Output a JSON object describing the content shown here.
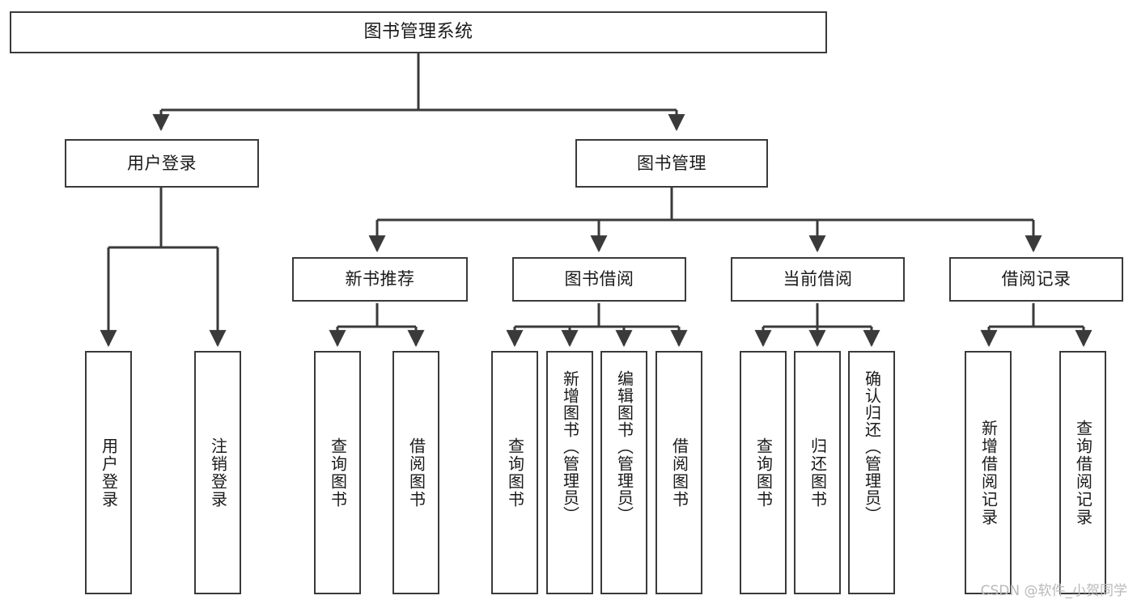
{
  "diagram": {
    "type": "tree",
    "title": "图书管理系统",
    "watermark": "CSDN @软件_小贺同学",
    "colors": {
      "box_border": "#3a3a3a",
      "box_fill": "#ffffff",
      "connector": "#3a3a3a",
      "text": "#1a1a1a",
      "watermark": "#b9b9b9"
    },
    "levels": {
      "level1": [
        "图书管理系统"
      ],
      "level2": [
        "用户登录",
        "图书管理"
      ],
      "level3": [
        "新书推荐",
        "图书借阅",
        "当前借阅",
        "借阅记录"
      ],
      "level4": [
        "用户登录",
        "注销登录",
        "查询图书",
        "借阅图书",
        "查询图书",
        "新增图书（管理员）",
        "编辑图书（管理员）",
        "借阅图书",
        "查询图书",
        "归还图书",
        "确认归还（管理员）",
        "新增借阅记录",
        "查询借阅记录"
      ]
    },
    "nodes": {
      "root": {
        "label": "图书管理系统"
      },
      "user_login": {
        "label": "用户登录"
      },
      "book_manage": {
        "label": "图书管理"
      },
      "new_book_rec": {
        "label": "新书推荐"
      },
      "book_borrow": {
        "label": "图书借阅"
      },
      "current_borrow": {
        "label": "当前借阅"
      },
      "borrow_record": {
        "label": "借阅记录"
      },
      "leaf_user_login": {
        "label": "用户登录"
      },
      "leaf_logout": {
        "label": "注销登录"
      },
      "leaf_query_book_1": {
        "label": "查询图书"
      },
      "leaf_borrow_book_1": {
        "label": "借阅图书"
      },
      "leaf_query_book_2": {
        "label": "查询图书"
      },
      "leaf_add_book": {
        "label": "新增图书（管理员）"
      },
      "leaf_edit_book": {
        "label": "编辑图书（管理员）"
      },
      "leaf_borrow_book_2": {
        "label": "借阅图书"
      },
      "leaf_query_book_3": {
        "label": "查询图书"
      },
      "leaf_return_book": {
        "label": "归还图书"
      },
      "leaf_confirm_return": {
        "label": "确认归还（管理员）"
      },
      "leaf_add_record": {
        "label": "新增借阅记录"
      },
      "leaf_query_record": {
        "label": "查询借阅记录"
      }
    },
    "edges": [
      {
        "from": "root",
        "to": "user_login"
      },
      {
        "from": "root",
        "to": "book_manage"
      },
      {
        "from": "user_login",
        "to": "leaf_user_login"
      },
      {
        "from": "user_login",
        "to": "leaf_logout"
      },
      {
        "from": "book_manage",
        "to": "new_book_rec"
      },
      {
        "from": "book_manage",
        "to": "book_borrow"
      },
      {
        "from": "book_manage",
        "to": "current_borrow"
      },
      {
        "from": "book_manage",
        "to": "borrow_record"
      },
      {
        "from": "new_book_rec",
        "to": "leaf_query_book_1"
      },
      {
        "from": "new_book_rec",
        "to": "leaf_borrow_book_1"
      },
      {
        "from": "book_borrow",
        "to": "leaf_query_book_2"
      },
      {
        "from": "book_borrow",
        "to": "leaf_add_book"
      },
      {
        "from": "book_borrow",
        "to": "leaf_edit_book"
      },
      {
        "from": "book_borrow",
        "to": "leaf_borrow_book_2"
      },
      {
        "from": "current_borrow",
        "to": "leaf_query_book_3"
      },
      {
        "from": "current_borrow",
        "to": "leaf_return_book"
      },
      {
        "from": "current_borrow",
        "to": "leaf_confirm_return"
      },
      {
        "from": "borrow_record",
        "to": "leaf_add_record"
      },
      {
        "from": "borrow_record",
        "to": "leaf_query_record"
      }
    ]
  }
}
